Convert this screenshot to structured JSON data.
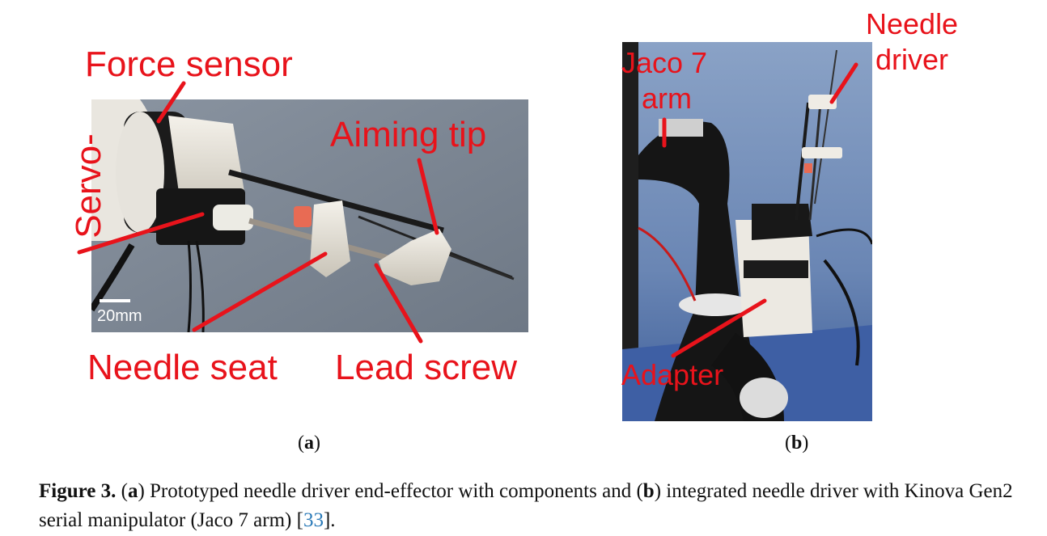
{
  "panel_a": {
    "labels": {
      "force_sensor": "Force sensor",
      "aiming_tip": "Aiming tip",
      "servo": "Servo-",
      "needle_seat": "Needle seat",
      "lead_screw": "Lead screw"
    },
    "scale_bar": "20mm",
    "sublabel_open": "(",
    "sublabel_letter": "a",
    "sublabel_close": ")"
  },
  "panel_b": {
    "labels": {
      "needle_driver_1": "Needle",
      "needle_driver_2": "driver",
      "jaco_1": "Jaco 7",
      "jaco_2": "arm",
      "adapter": "Adapter"
    },
    "sublabel_open": "(",
    "sublabel_letter": "b",
    "sublabel_close": ")"
  },
  "caption": {
    "label": "Figure 3.",
    "p1": " (",
    "a": "a",
    "p2": ") Prototyped needle driver end-effector with components and (",
    "b": "b",
    "p3": ") integrated needle driver with Kinova Gen2 serial manipulator (Jaco 7 arm) [",
    "ref": "33",
    "p4": "]."
  },
  "colors": {
    "annotation": "#e8131b",
    "background_a": "#7f8a98",
    "background_b": "#6a8ab8"
  }
}
